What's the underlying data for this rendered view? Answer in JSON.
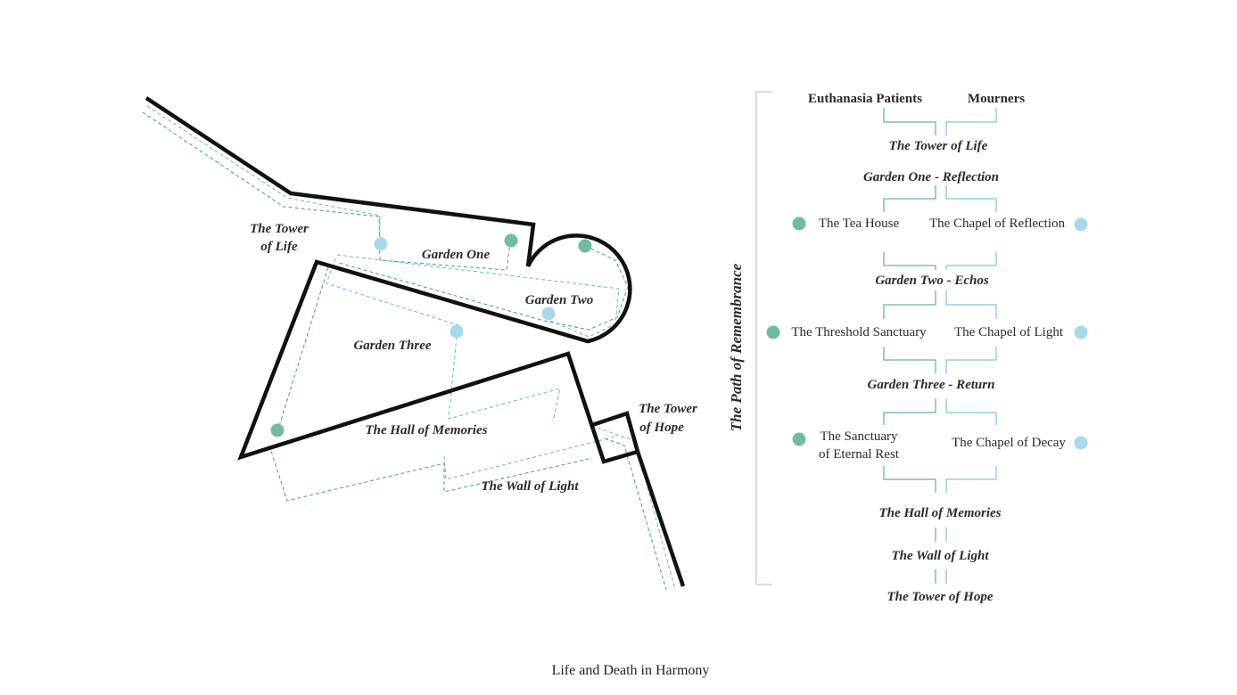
{
  "caption": "Life and Death in Harmony",
  "colors": {
    "wall": "#111111",
    "path_green": "#3f9e86",
    "path_blue": "#5bb9d6",
    "dot_green": "#6fbca3",
    "dot_blue": "#a9d8ea",
    "bracket": "#b8b8b8"
  },
  "plan": {
    "labels": {
      "tower_of_life_1": "The Tower",
      "tower_of_life_2": "of Life",
      "garden_one": "Garden One",
      "garden_two": "Garden Two",
      "garden_three": "Garden Three",
      "hall_of_memories": "The Hall of Memories",
      "wall_of_light": "The Wall of Light",
      "tower_of_hope_1": "The Tower",
      "tower_of_hope_2": "of Hope"
    }
  },
  "flow": {
    "side_title": "The Path of Remembrance",
    "col_left": "Euthanasia Patients",
    "col_right": "Mourners",
    "stages": {
      "tower_of_life": "The Tower of Life",
      "garden_one": "Garden One - Reflection",
      "garden_two": "Garden Two - Echos",
      "garden_three": "Garden Three - Return",
      "hall": "The Hall of Memories",
      "wall": "The Wall of Light",
      "tower_of_hope": "The Tower of Hope"
    },
    "rooms": {
      "tea_house": "The Tea House",
      "chapel_reflection": "The Chapel of Reflection",
      "threshold": "The Threshold Sanctuary",
      "chapel_light": "The Chapel of Light",
      "sanctuary_1": "The Sanctuary",
      "sanctuary_2": "of Eternal Rest",
      "chapel_decay": "The Chapel of Decay"
    }
  }
}
